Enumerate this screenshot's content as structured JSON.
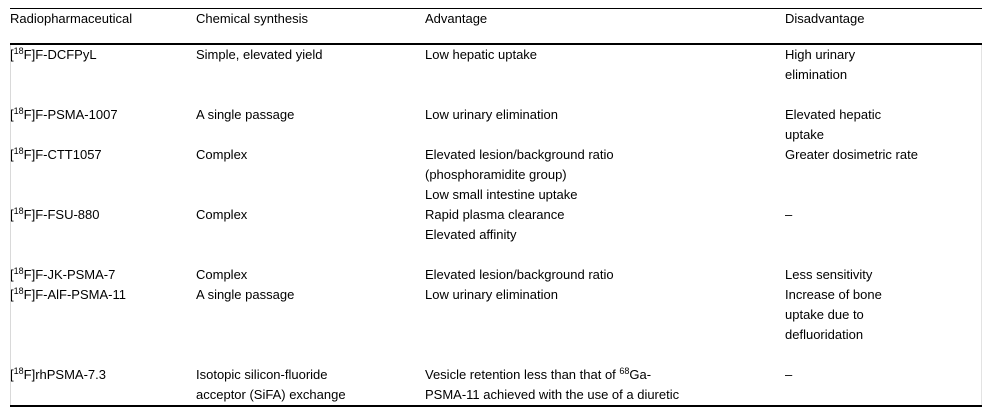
{
  "table": {
    "columns": [
      {
        "id": "radiopharmaceutical",
        "label": "Radiopharmaceutical"
      },
      {
        "id": "chemical_synthesis",
        "label": "Chemical synthesis"
      },
      {
        "id": "advantage",
        "label": "Advantage"
      },
      {
        "id": "disadvantage",
        "label": "Disadvantage"
      }
    ],
    "rows": [
      {
        "radiopharmaceutical_prefix": "[",
        "radiopharmaceutical_sup": "18",
        "radiopharmaceutical_suffix": "F]F-DCFPyL",
        "chemical_synthesis": "Simple, elevated yield",
        "advantage_lines": [
          "Low hepatic uptake"
        ],
        "disadvantage_lines": [
          "High urinary",
          "elimination"
        ]
      },
      {
        "radiopharmaceutical_prefix": "[",
        "radiopharmaceutical_sup": "18",
        "radiopharmaceutical_suffix": "F]F-PSMA-1007",
        "chemical_synthesis": "A single passage",
        "advantage_lines": [
          "Low urinary elimination"
        ],
        "disadvantage_lines": [
          "Elevated hepatic",
          "uptake"
        ]
      },
      {
        "radiopharmaceutical_prefix": "[",
        "radiopharmaceutical_sup": "18",
        "radiopharmaceutical_suffix": "F]F-CTT1057",
        "chemical_synthesis": "Complex",
        "advantage_lines": [
          "Elevated lesion/background ratio",
          "(phosphoramidite group)",
          "Low small intestine uptake"
        ],
        "disadvantage_lines": [
          "Greater dosimetric rate"
        ]
      },
      {
        "radiopharmaceutical_prefix": "[",
        "radiopharmaceutical_sup": "18",
        "radiopharmaceutical_suffix": "F]F-FSU-880",
        "chemical_synthesis": "Complex",
        "advantage_lines": [
          "Rapid plasma clearance",
          "Elevated affinity"
        ],
        "disadvantage_lines": [
          "–"
        ]
      },
      {
        "radiopharmaceutical_prefix": "[",
        "radiopharmaceutical_sup": "18",
        "radiopharmaceutical_suffix": "F]F-JK-PSMA-7",
        "chemical_synthesis": "Complex",
        "advantage_lines": [
          "Elevated lesion/background ratio"
        ],
        "disadvantage_lines": [
          "Less sensitivity"
        ]
      },
      {
        "radiopharmaceutical_prefix": "[",
        "radiopharmaceutical_sup": "18",
        "radiopharmaceutical_suffix": "F]F-AlF-PSMA-11",
        "chemical_synthesis": "A single passage",
        "advantage_lines": [
          "Low urinary elimination"
        ],
        "disadvantage_lines": [
          "Increase of bone",
          "uptake due to",
          "defluoridation"
        ]
      },
      {
        "radiopharmaceutical_prefix": "[",
        "radiopharmaceutical_sup": "18",
        "radiopharmaceutical_suffix": "F]rhPSMA-7.3",
        "chemical_synthesis": "Isotopic silicon-fluoride acceptor (SiFA) exchange",
        "advantage_line1_pre": "Vesicle retention less than that of ",
        "advantage_line1_sup": "68",
        "advantage_line1_post": "Ga-",
        "advantage_line2": "PSMA-11 achieved with the use of a diuretic",
        "disadvantage_lines": [
          "–"
        ]
      }
    ]
  },
  "style": {
    "rule_color": "#000000",
    "text_color": "#000000",
    "background": "#ffffff"
  }
}
